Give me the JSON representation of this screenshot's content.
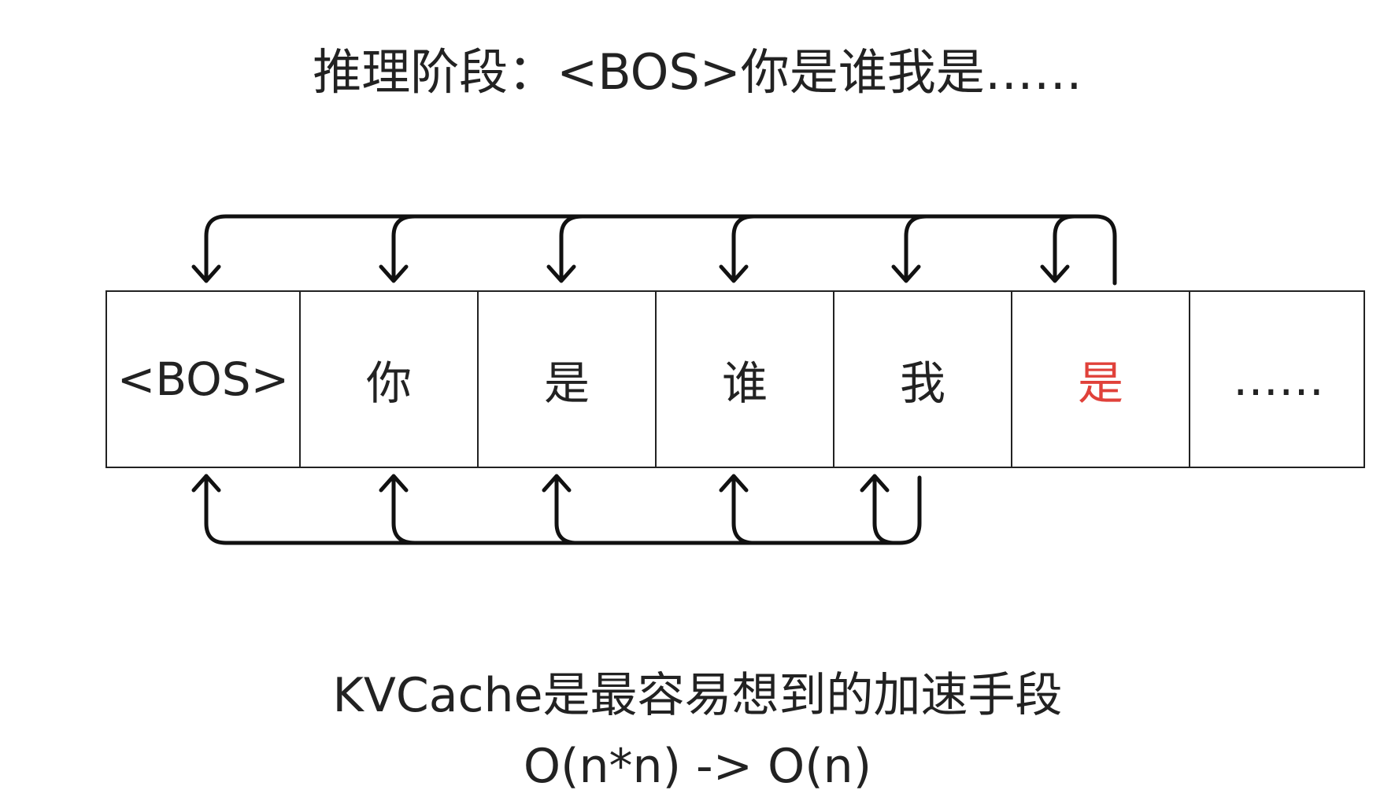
{
  "title": "推理阶段：<BOS>你是谁我是……",
  "tokens": [
    {
      "text": "<BOS>",
      "highlight": false
    },
    {
      "text": "你",
      "highlight": false
    },
    {
      "text": "是",
      "highlight": false
    },
    {
      "text": "谁",
      "highlight": false
    },
    {
      "text": "我",
      "highlight": false
    },
    {
      "text": "是",
      "highlight": true
    },
    {
      "text": "……",
      "highlight": false
    }
  ],
  "footer": {
    "line1": "KVCache是最容易想到的加速手段",
    "line2": "O(n*n) -> O(n)"
  },
  "colors": {
    "text": "#222222",
    "highlight": "#e0413a",
    "lines": "#111111"
  }
}
